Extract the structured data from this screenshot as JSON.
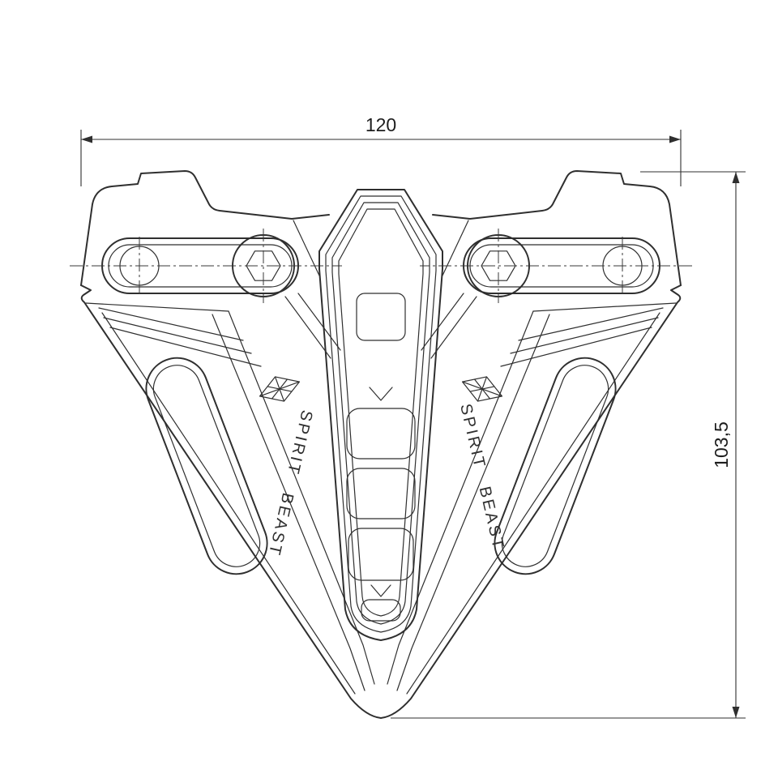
{
  "diagram": {
    "type": "technical-drawing",
    "view": "front",
    "dimensions": {
      "width": {
        "value": "120",
        "orientation": "horizontal"
      },
      "height": {
        "value": "103,5",
        "orientation": "vertical"
      }
    },
    "engravings": {
      "left": "SPIRIT BEAST",
      "right": "SPIRIT BEAST"
    },
    "colors": {
      "line": "#2f2f2f",
      "background": "#ffffff"
    }
  }
}
